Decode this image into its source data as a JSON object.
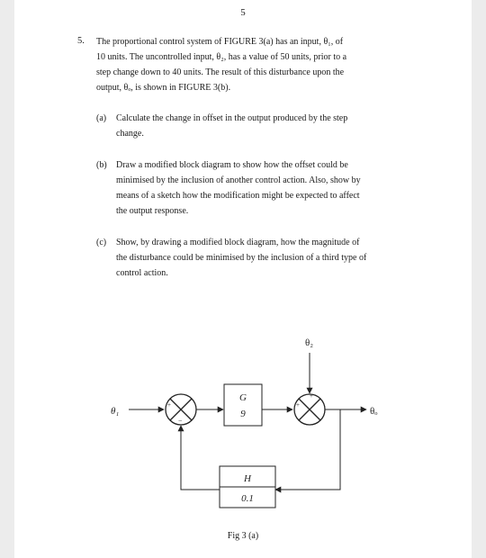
{
  "page_number": "5",
  "question": {
    "number": "5.",
    "intro_lines": [
      "The proportional control system of FIGURE 3(a) has an input, θ₁, of",
      "10 units.  The uncontrolled input, θ₂, has a value of 50 units, prior to a",
      "step change down to 40 units.  The result of this disturbance upon the",
      "output, θₒ, is shown in FIGURE 3(b)."
    ],
    "parts": [
      {
        "label": "(a)",
        "lines": [
          "Calculate the change in offset in the output produced by the step",
          "change."
        ]
      },
      {
        "label": "(b)",
        "lines": [
          "Draw a modified block diagram to show how the offset could be",
          "minimised by the inclusion of another control action. Also, show by",
          "means of a sketch how the modification might be expected to affect",
          "the output response."
        ]
      },
      {
        "label": "(c)",
        "lines": [
          "Show, by drawing a modified block diagram, how the magnitude of",
          "the disturbance could be minimised by the inclusion of a third type of",
          "control action."
        ]
      }
    ]
  },
  "diagram": {
    "input_label": "θ₁",
    "output_label": "θₒ",
    "disturbance_label": "θ₂",
    "forward_block": {
      "name": "G",
      "value": "9"
    },
    "feedback_block": {
      "name": "H",
      "value": "0.1"
    },
    "junction1_signs": {
      "left": "+",
      "bottom": "−"
    },
    "junction2_signs": {
      "left": "+",
      "top": "+"
    }
  },
  "caption": "Fig 3 (a)"
}
